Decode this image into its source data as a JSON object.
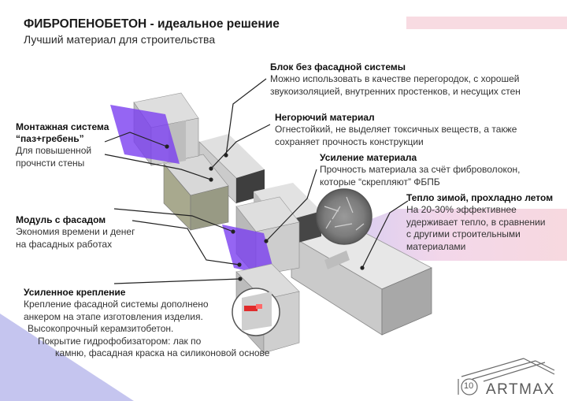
{
  "header": {
    "title": "ФИБРОПЕНОБЕТОН - идеальное решение",
    "subtitle": "Лучший материал для строительства"
  },
  "callouts": {
    "block": {
      "title": "Блок без фасадной системы",
      "lines": [
        "Можно использовать в качестве перегородок, с хорошей",
        "звукоизоляцией, внутренних простенков, и несущих стен"
      ]
    },
    "mount": {
      "title_lines": [
        "Монтажная система",
        "“паз+гребень”"
      ],
      "lines": [
        "Для повышенной",
        "прочнсти стены"
      ]
    },
    "fireproof": {
      "title": "Негорючий материал",
      "lines": [
        "Огнестойкий, не выделяет токсичных веществ, а также",
        "сохраняет прочность конструкции"
      ]
    },
    "reinforce": {
      "title": "Усиление материала",
      "lines": [
        "Прочность материала за счёт фиброволокон,",
        "которые “скрепляют” ФБПБ"
      ]
    },
    "warm": {
      "title": "Тепло зимой, прохладно летом",
      "lines": [
        "На 20-30% эффективнее",
        "удерживает тепло, в сравнении",
        "с другими строительными",
        "материалами"
      ]
    },
    "module": {
      "title": "Модуль с фасадом",
      "lines": [
        "Экономия времени и денег",
        "на фасадных работах"
      ]
    },
    "fastening": {
      "title": "Усиленное крепление",
      "lines": [
        "Крепление фасадной системы дополнено",
        "анкером на этапе изготовления изделия.",
        "Высокопрочный керамзитобетон.",
        "Покрытие гидрофобизатором: лак по",
        "камню, фасадная краска на силиконовой основе"
      ]
    }
  },
  "logo": {
    "text": "ARTMAX",
    "mark": "10"
  },
  "colors": {
    "accent_purple": "#7a3ff0",
    "pink": "#f8dbe2",
    "lavender": "#c3c3ee",
    "concrete": "#cfcfcf",
    "dark": "#3c3c3c"
  }
}
